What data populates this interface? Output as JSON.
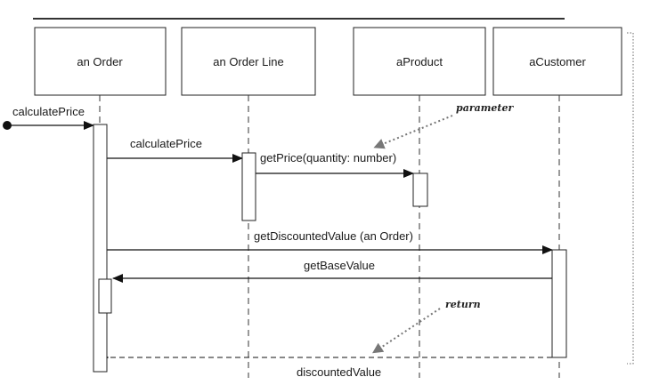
{
  "participants": {
    "order": "an Order",
    "order_line": "an Order Line",
    "product": "aProduct",
    "customer": "aCustomer"
  },
  "messages": {
    "found": "calculatePrice",
    "calc_price": "calculatePrice",
    "get_price": "getPrice(quantity: number)",
    "get_discounted": "getDiscountedValue (an Order)",
    "get_base": "getBaseValue",
    "return_value": "discountedValue"
  },
  "notes": {
    "parameter": "parameter",
    "return": "return"
  }
}
